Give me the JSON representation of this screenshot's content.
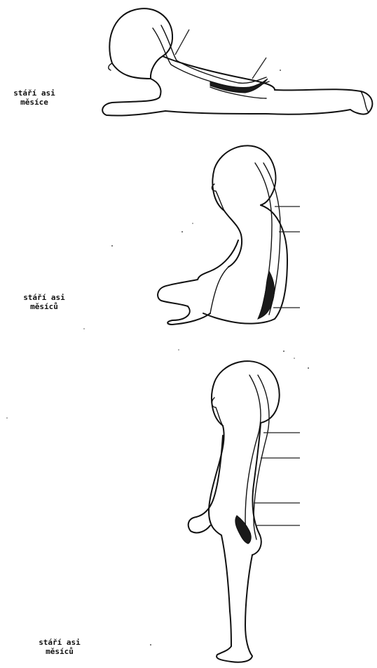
{
  "stages": [
    {
      "label_line1": "stáří asi",
      "label_line2": "měsíce"
    },
    {
      "label_line1": "stáří asi",
      "label_line2": "měsíců"
    },
    {
      "label_line1": "stáří asi",
      "label_line2": "měsíců"
    }
  ],
  "colors": {
    "ink": "#111111",
    "spine_fill": "#1a1a1a",
    "background": "#ffffff"
  }
}
